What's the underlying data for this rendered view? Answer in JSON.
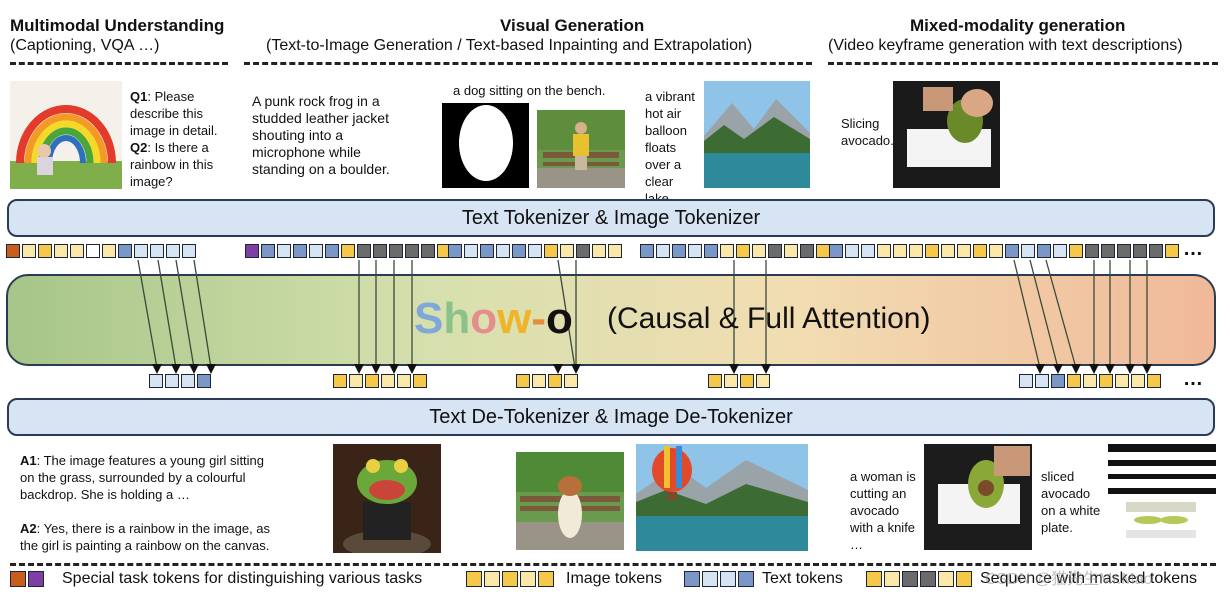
{
  "sections": {
    "mmu": {
      "title": "Multimodal Understanding",
      "subtitle": "(Captioning, VQA …)"
    },
    "visgen": {
      "title": "Visual Generation",
      "subtitle": "(Text-to-Image Generation / Text-based Inpainting and Extrapolation)"
    },
    "mixed": {
      "title": "Mixed-modality generation",
      "subtitle": "(Video keyframe generation with text descriptions)"
    }
  },
  "inputs": {
    "q1_label": "Q1",
    "q1_text": ": Please describe this image in detail.",
    "q2_label": "Q2",
    "q2_text": ": Is there a rainbow in this image?",
    "frog_prompt": "A punk rock frog in a studded leather jacket shouting into a microphone while standing on a boulder.",
    "dog_prompt": "a dog sitting on the bench.",
    "balloon_prompt": "a vibrant hot air balloon floats over a clear lake.",
    "avocado_prompt": "Slicing avocado."
  },
  "encoder_label": "Text Tokenizer & Image Tokenizer",
  "model": {
    "name_s": "S",
    "name_h": "h",
    "name_o": "o",
    "name_w": "w",
    "name_dash": "-",
    "name_o2": "o",
    "attention": "(Causal & Full Attention)"
  },
  "decoder_label": "Text De-Tokenizer & Image De-Tokenizer",
  "ellipsis": "…",
  "outputs": {
    "a1_label": "A1",
    "a1_text": ": The image features a young girl sitting on the grass, surrounded by a colourful backdrop. She is holding a …",
    "a2_label": "A2",
    "a2_text": ": Yes, there is a rainbow in the image, as the girl is painting a rainbow on the canvas.",
    "woman_caption": "a woman is cutting an avocado with a knife …",
    "sliced_caption": "sliced avocado on a white plate."
  },
  "legend": {
    "special": "Special task tokens for distinguishing various tasks",
    "image": "Image tokens",
    "text": "Text tokens",
    "masked": "Sequence with masked tokens"
  },
  "watermark": "CSDN @猫先生Mr.Mao",
  "colors": {
    "show_s": "#7fa8d8",
    "show_h": "#8bc28a",
    "show_o": "#e58d8d",
    "show_w": "#f0b429",
    "dark_blue": "#2b3b55"
  }
}
